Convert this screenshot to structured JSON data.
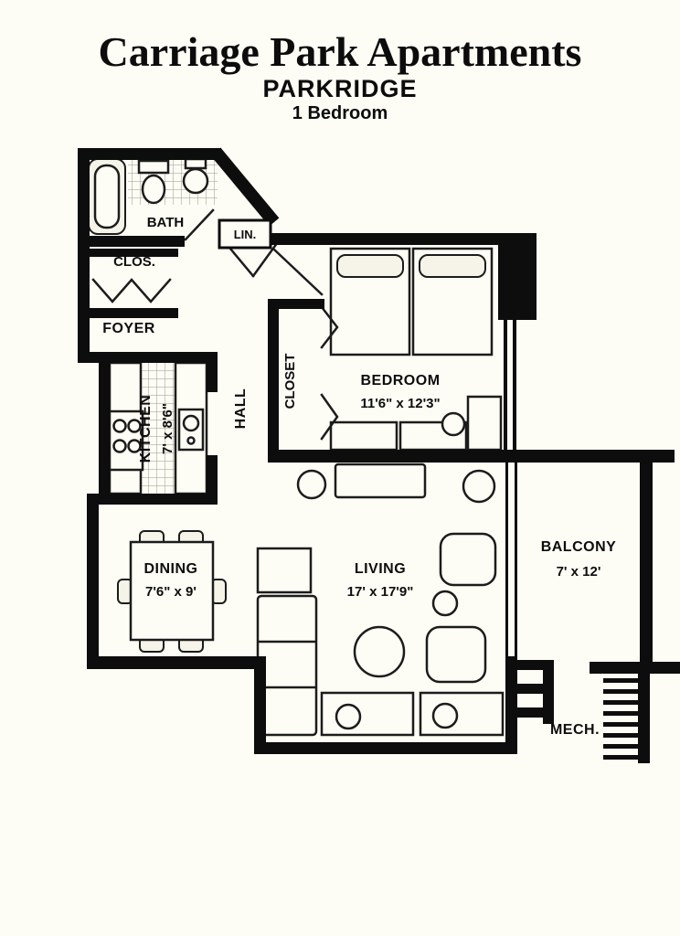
{
  "header": {
    "title": "Carriage Park Apartments",
    "subtitle": "PARKRIDGE",
    "unit_type": "1 Bedroom"
  },
  "rooms": {
    "bath": {
      "label": "BATH"
    },
    "linen": {
      "label": "LIN."
    },
    "foyer_closet": {
      "label": "CLOS."
    },
    "foyer": {
      "label": "FOYER"
    },
    "kitchen": {
      "label": "KITCHEN",
      "dims": "7' x 8'6\""
    },
    "hall": {
      "label": "HALL"
    },
    "bedroom_closet": {
      "label": "CLOSET"
    },
    "bedroom": {
      "label": "BEDROOM",
      "dims": "11'6\" x 12'3\""
    },
    "dining": {
      "label": "DINING",
      "dims": "7'6\" x 9'"
    },
    "living": {
      "label": "LIVING",
      "dims": "17' x 17'9\""
    },
    "balcony": {
      "label": "BALCONY",
      "dims": "7' x 12'"
    },
    "mech": {
      "label": "MECH."
    }
  }
}
